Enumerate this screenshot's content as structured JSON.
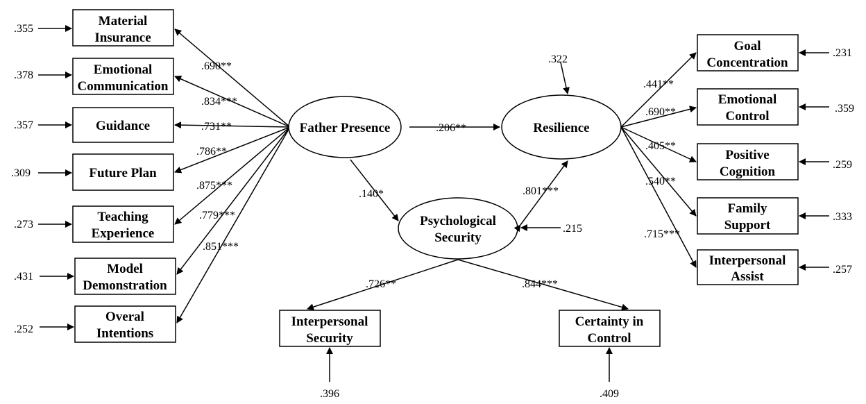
{
  "latent": {
    "father": "Father Presence",
    "resilience": "Resilience",
    "security": [
      "Psychological",
      "Security"
    ]
  },
  "father_indicators": [
    {
      "lines": [
        "Material",
        "Insurance"
      ],
      "coef": ".690**",
      "error": ".355"
    },
    {
      "lines": [
        "Emotional",
        "Communication"
      ],
      "coef": ".834***",
      "error": ".378"
    },
    {
      "lines": [
        "Guidance"
      ],
      "coef": ".731**",
      "error": ".357"
    },
    {
      "lines": [
        "Future Plan"
      ],
      "coef": ".786**",
      "error": ".309"
    },
    {
      "lines": [
        "Teaching",
        "Experience"
      ],
      "coef": ".875***",
      "error": ".273"
    },
    {
      "lines": [
        "Model",
        "Demonstration"
      ],
      "coef": ".779***",
      "error": ".431"
    },
    {
      "lines": [
        "Overal",
        "Intentions"
      ],
      "coef": ".851***",
      "error": ".252"
    }
  ],
  "resilience_indicators": [
    {
      "lines": [
        "Goal",
        "Concentration"
      ],
      "coef": ".441**",
      "error": ".231"
    },
    {
      "lines": [
        "Emotional",
        "Control"
      ],
      "coef": ".690**",
      "error": ".359"
    },
    {
      "lines": [
        "Positive",
        "Cognition"
      ],
      "coef": ".405**",
      "error": ".259"
    },
    {
      "lines": [
        "Family",
        "Support"
      ],
      "coef": ".540**",
      "error": ".333"
    },
    {
      "lines": [
        "Interpersonal",
        "Assist"
      ],
      "coef": ".715***",
      "error": ".257"
    }
  ],
  "security_indicators": [
    {
      "lines": [
        "Interpersonal",
        "Security"
      ],
      "coef": ".726**",
      "error": ".396"
    },
    {
      "lines": [
        "Certainty in",
        "Control"
      ],
      "coef": ".844***",
      "error": ".409"
    }
  ],
  "paths": {
    "father_to_resilience": ".206**",
    "father_to_security": ".140*",
    "security_to_resilience": ".801***"
  },
  "residuals": {
    "resilience": ".322",
    "security": ".215"
  }
}
